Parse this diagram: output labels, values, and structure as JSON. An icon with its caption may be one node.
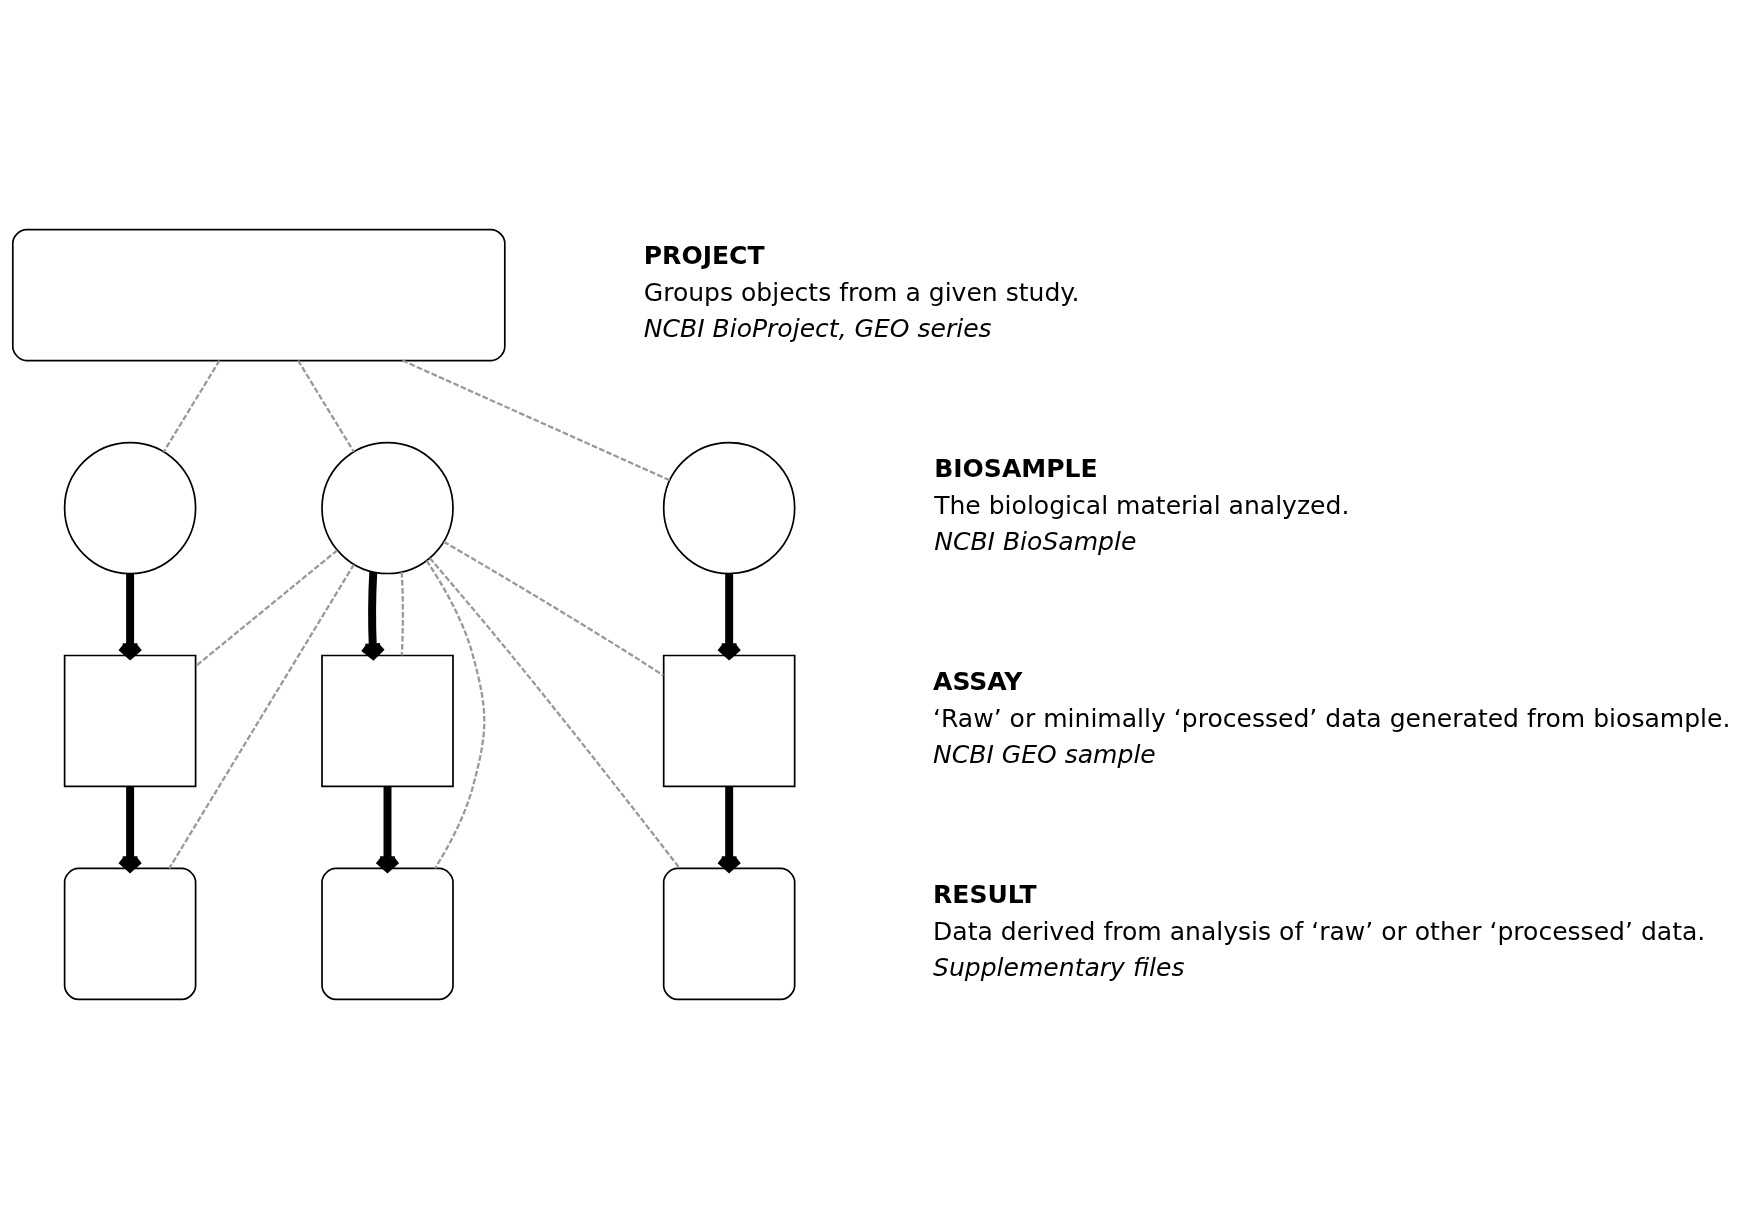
{
  "diagram": {
    "nodes": [
      {
        "text": [],
        "shape": "box"
      },
      {
        "text": [],
        "shape": "circle"
      },
      {
        "text": [],
        "shape": "circle"
      },
      {
        "text": [],
        "shape": "circle"
      },
      {
        "text": [],
        "shape": "box"
      },
      {
        "text": [],
        "shape": "box"
      },
      {
        "text": [],
        "shape": "box"
      },
      {
        "text": [],
        "shape": "box"
      },
      {
        "text": [],
        "shape": "box"
      },
      {
        "text": [],
        "shape": "box"
      }
    ],
    "edges": [
      {
        "from": 0,
        "to": 1,
        "arrow": "none",
        "style": "dashed",
        "color": "#999999"
      },
      {
        "from": 0,
        "to": 2,
        "arrow": "none",
        "style": "dashed",
        "color": "#999999"
      },
      {
        "from": 0,
        "to": 3,
        "arrow": "none",
        "style": "dashed",
        "color": "#999999"
      },
      {
        "from": 1,
        "to": 4,
        "arrow": "to",
        "style": "thick",
        "color": "#000000"
      },
      {
        "from": 2,
        "to": 5,
        "arrow": "to",
        "style": "thick",
        "color": "#000000"
      },
      {
        "from": 3,
        "to": 6,
        "arrow": "to",
        "style": "thick",
        "color": "#000000"
      },
      {
        "from": 2,
        "to": 4,
        "arrow": "none",
        "style": "dashed",
        "color": "#999999"
      },
      {
        "from": 2,
        "to": 5,
        "arrow": "none",
        "style": "dashed",
        "color": "#999999"
      },
      {
        "from": 2,
        "to": 6,
        "arrow": "none",
        "style": "dashed",
        "color": "#999999"
      },
      {
        "from": 4,
        "to": 7,
        "arrow": "to",
        "style": "thick",
        "color": "#000000"
      },
      {
        "from": 5,
        "to": 8,
        "arrow": "to",
        "style": "thick",
        "color": "#000000"
      },
      {
        "from": 6,
        "to": 9,
        "arrow": "to",
        "style": "thick",
        "color": "#000000"
      },
      {
        "from": 2,
        "to": 7,
        "arrow": "none",
        "style": "dashed",
        "color": "#999999"
      },
      {
        "from": 2,
        "to": 8,
        "arrow": "none",
        "style": "dashed",
        "color": "#999999"
      },
      {
        "from": 2,
        "to": 9,
        "arrow": "none",
        "style": "dashed",
        "color": "#999999"
      }
    ],
    "labels": [
      "PROJECT",
      "Groups objects from a given study.",
      "NCBI BioProject, GEO series",
      "BIOSAMPLE",
      "The biological material analyzed.",
      "NCBI BioSample",
      "ASSAY",
      "‘Raw’ or minimally ‘processed’ data generated from biosample.",
      "NCBI GEO sample",
      "RESULT",
      "Data derived from analysis of ‘raw’ or other ‘processed’ data.",
      "Supplementary files"
    ]
  }
}
